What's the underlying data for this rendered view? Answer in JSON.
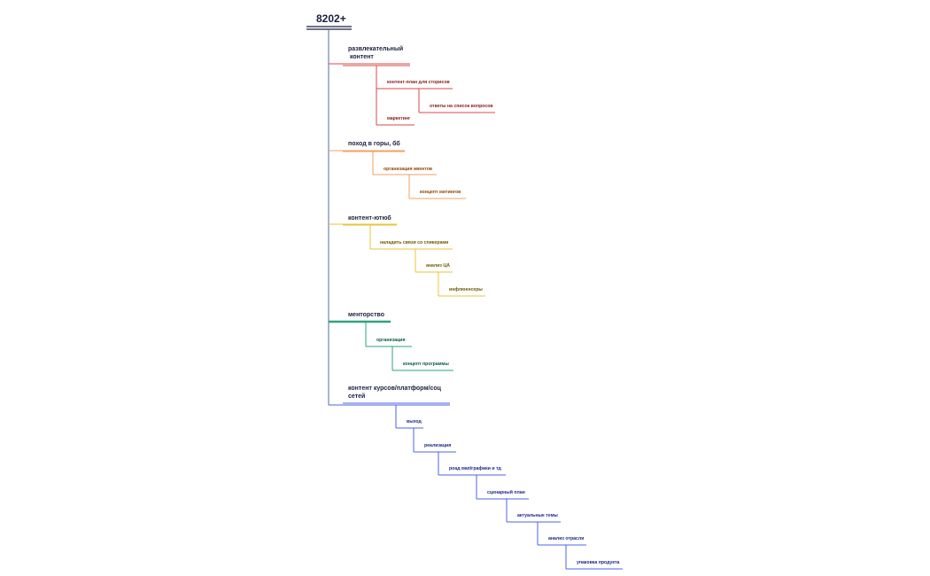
{
  "root": {
    "label": "8202+"
  },
  "colors": {
    "trunk": "#4d6fa3",
    "red": "#d94a4a",
    "orange": "#f0a05c",
    "yellow": "#e8c33a",
    "green": "#2fa37a",
    "blue": "#4d63e6"
  },
  "branches": [
    {
      "label": "развлекательный контент",
      "line1": "развлекательный",
      "line2": " контент",
      "color": "red",
      "text_color": "#8a2020",
      "children": [
        {
          "label": "контент-план для сторисов"
        },
        {
          "label": "ответы на список вопросов"
        },
        {
          "label": "маркетинг"
        }
      ]
    },
    {
      "label": "поход в горы, бб",
      "color": "orange",
      "text_color": "#8a4a10",
      "children": [
        {
          "label": "организация ивентов"
        },
        {
          "label": "концепт митингов"
        }
      ]
    },
    {
      "label": "контент-ютюб",
      "color": "yellow",
      "text_color": "#6e5a05",
      "children": [
        {
          "label": "наладить связи со спикерами"
        },
        {
          "label": "анализ ЦА"
        },
        {
          "label": "инфлюенсеры"
        }
      ]
    },
    {
      "label": "менторство",
      "color": "green",
      "text_color": "#0e5a40",
      "children": [
        {
          "label": "организация"
        },
        {
          "label": "концепт программы"
        }
      ]
    },
    {
      "label": "контент курсов/платформ/соц сетей",
      "line1": "контент курсов/платформ/соц",
      "line2": "сетей",
      "color": "blue",
      "text_color": "#1e2a8a",
      "children": [
        {
          "label": "выход"
        },
        {
          "label": "реализация"
        },
        {
          "label": "роад мап/графики и тд"
        },
        {
          "label": "сценарный план"
        },
        {
          "label": "актуальные темы"
        },
        {
          "label": "анализ отрасли"
        },
        {
          "label": "упаковка продукта"
        }
      ]
    }
  ]
}
